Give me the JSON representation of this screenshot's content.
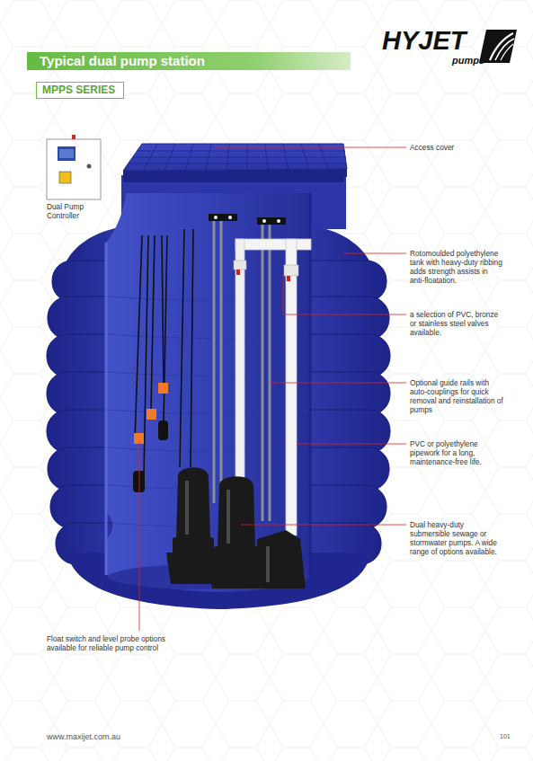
{
  "diagram": {
    "title": "Typical dual pump station",
    "nodes": [
      {
        "text": [
          "MPPS SERIES"
        ]
      }
    ],
    "labels": [
      "HYJET",
      "pumps",
      "Dual Pump Controller",
      "Access cover",
      "Rotomoulded polyethylene tank with heavy-duty ribbing adds strength assists in anti-floatation.",
      "a selection of PVC, bronze or stainless steel valves available.",
      "Optional guide rails with auto-couplings for quick removal and reinstallation of pumps",
      "PVC or polyethylene pipework for a long, maintenance-free life.",
      "Dual heavy-duty submersible sewage or stormwater pumps. A wide range of options available.",
      "Float switch and level probe options available for reliable pump control",
      "www.maxijet.com.au",
      "101"
    ]
  }
}
